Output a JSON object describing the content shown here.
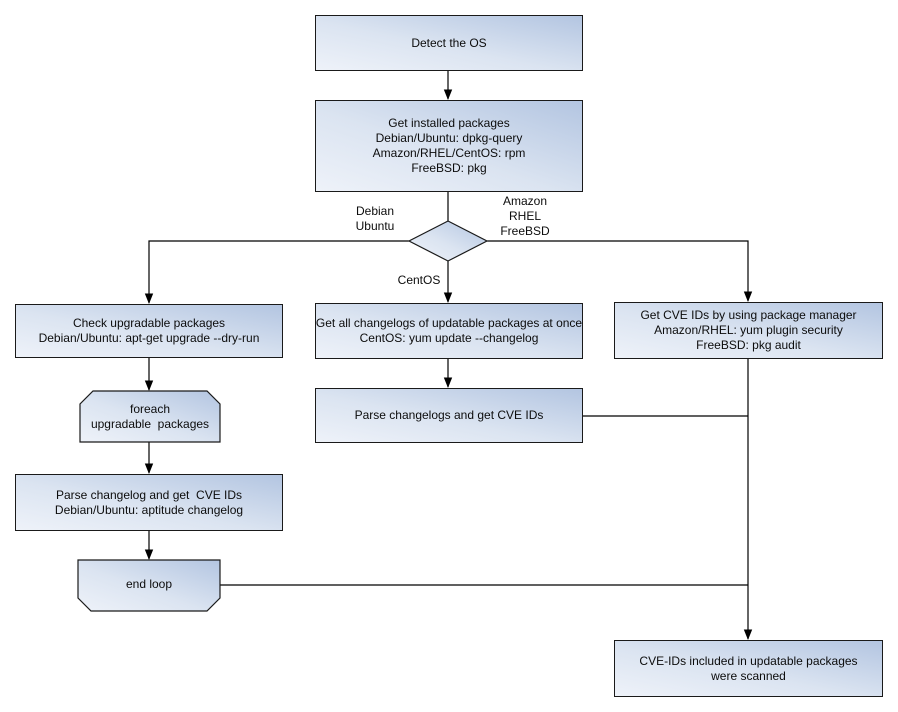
{
  "colors": {
    "background": "#ffffff",
    "node_border": "#1a1a1a",
    "node_fill_light": "#eef2f9",
    "node_fill_dark": "#b3c5e1",
    "line": "#000000",
    "text": "#0c0c0c"
  },
  "nodes": {
    "detect_os": {
      "lines": [
        "Detect the OS"
      ]
    },
    "get_installed_packages": {
      "lines": [
        "Get installed packages",
        "Debian/Ubuntu: dpkg-query",
        "Amazon/RHEL/CentOS: rpm",
        "FreeBSD: pkg"
      ]
    },
    "check_upgradable": {
      "lines": [
        "Check upgradable packages",
        "Debian/Ubuntu: apt-get upgrade --dry-run"
      ]
    },
    "foreach_loop": {
      "lines": [
        "foreach",
        "upgradable  packages"
      ]
    },
    "parse_changelog_deb": {
      "lines": [
        "Parse changelog and get  CVE IDs",
        "Debian/Ubuntu: aptitude changelog"
      ]
    },
    "end_loop": {
      "lines": [
        "end loop"
      ]
    },
    "get_all_changelogs": {
      "lines": [
        "Get all changelogs of updatable packages at once",
        "CentOS: yum update --changelog"
      ]
    },
    "parse_changelogs_centos": {
      "lines": [
        "Parse changelogs and get CVE IDs"
      ]
    },
    "get_cve_pkg_manager": {
      "lines": [
        "Get CVE IDs by using package manager",
        "Amazon/RHEL: yum plugin security",
        "FreeBSD: pkg audit"
      ]
    },
    "result_scanned": {
      "lines": [
        "CVE-IDs included in updatable packages",
        "were scanned"
      ]
    }
  },
  "edge_labels": {
    "left_branch": {
      "lines": [
        "Debian",
        "Ubuntu"
      ]
    },
    "right_branch": {
      "lines": [
        "Amazon",
        "RHEL",
        "FreeBSD"
      ]
    },
    "middle_branch": {
      "lines": [
        "CentOS"
      ]
    }
  }
}
